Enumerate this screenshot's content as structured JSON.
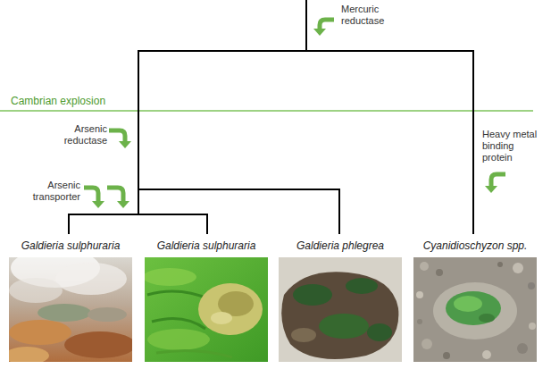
{
  "diagram": {
    "labels": [
      "Mercuric reductase",
      "Cambrian explosion",
      "Arsenic reductase",
      "Arsenic transporter",
      "Heavy metal binding protein",
      "Galdieria sulphuraria",
      "Galdieria sulphuraria",
      "Galdieria phlegrea",
      "Cyanidioschyzon spp."
    ]
  }
}
